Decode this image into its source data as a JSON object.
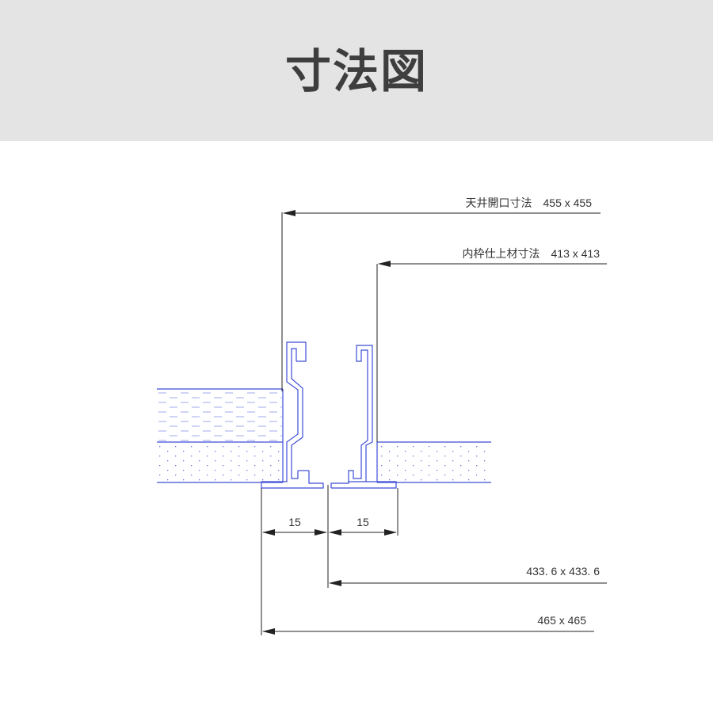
{
  "header": {
    "title": "寸法図"
  },
  "dimensions": {
    "ceiling_opening": "天井開口寸法　455 x 455",
    "inner_frame": "内枠仕上材寸法　413 x 413",
    "left_width": "15",
    "right_width": "15",
    "flange_inner": "433. 6 x 433. 6",
    "flange_outer": "465 x 465"
  },
  "colors": {
    "header_bg": "#e4e4e4",
    "title_text": "#3e3e3e",
    "profile_line": "#3d4cd8",
    "dimension_line": "#222222"
  }
}
